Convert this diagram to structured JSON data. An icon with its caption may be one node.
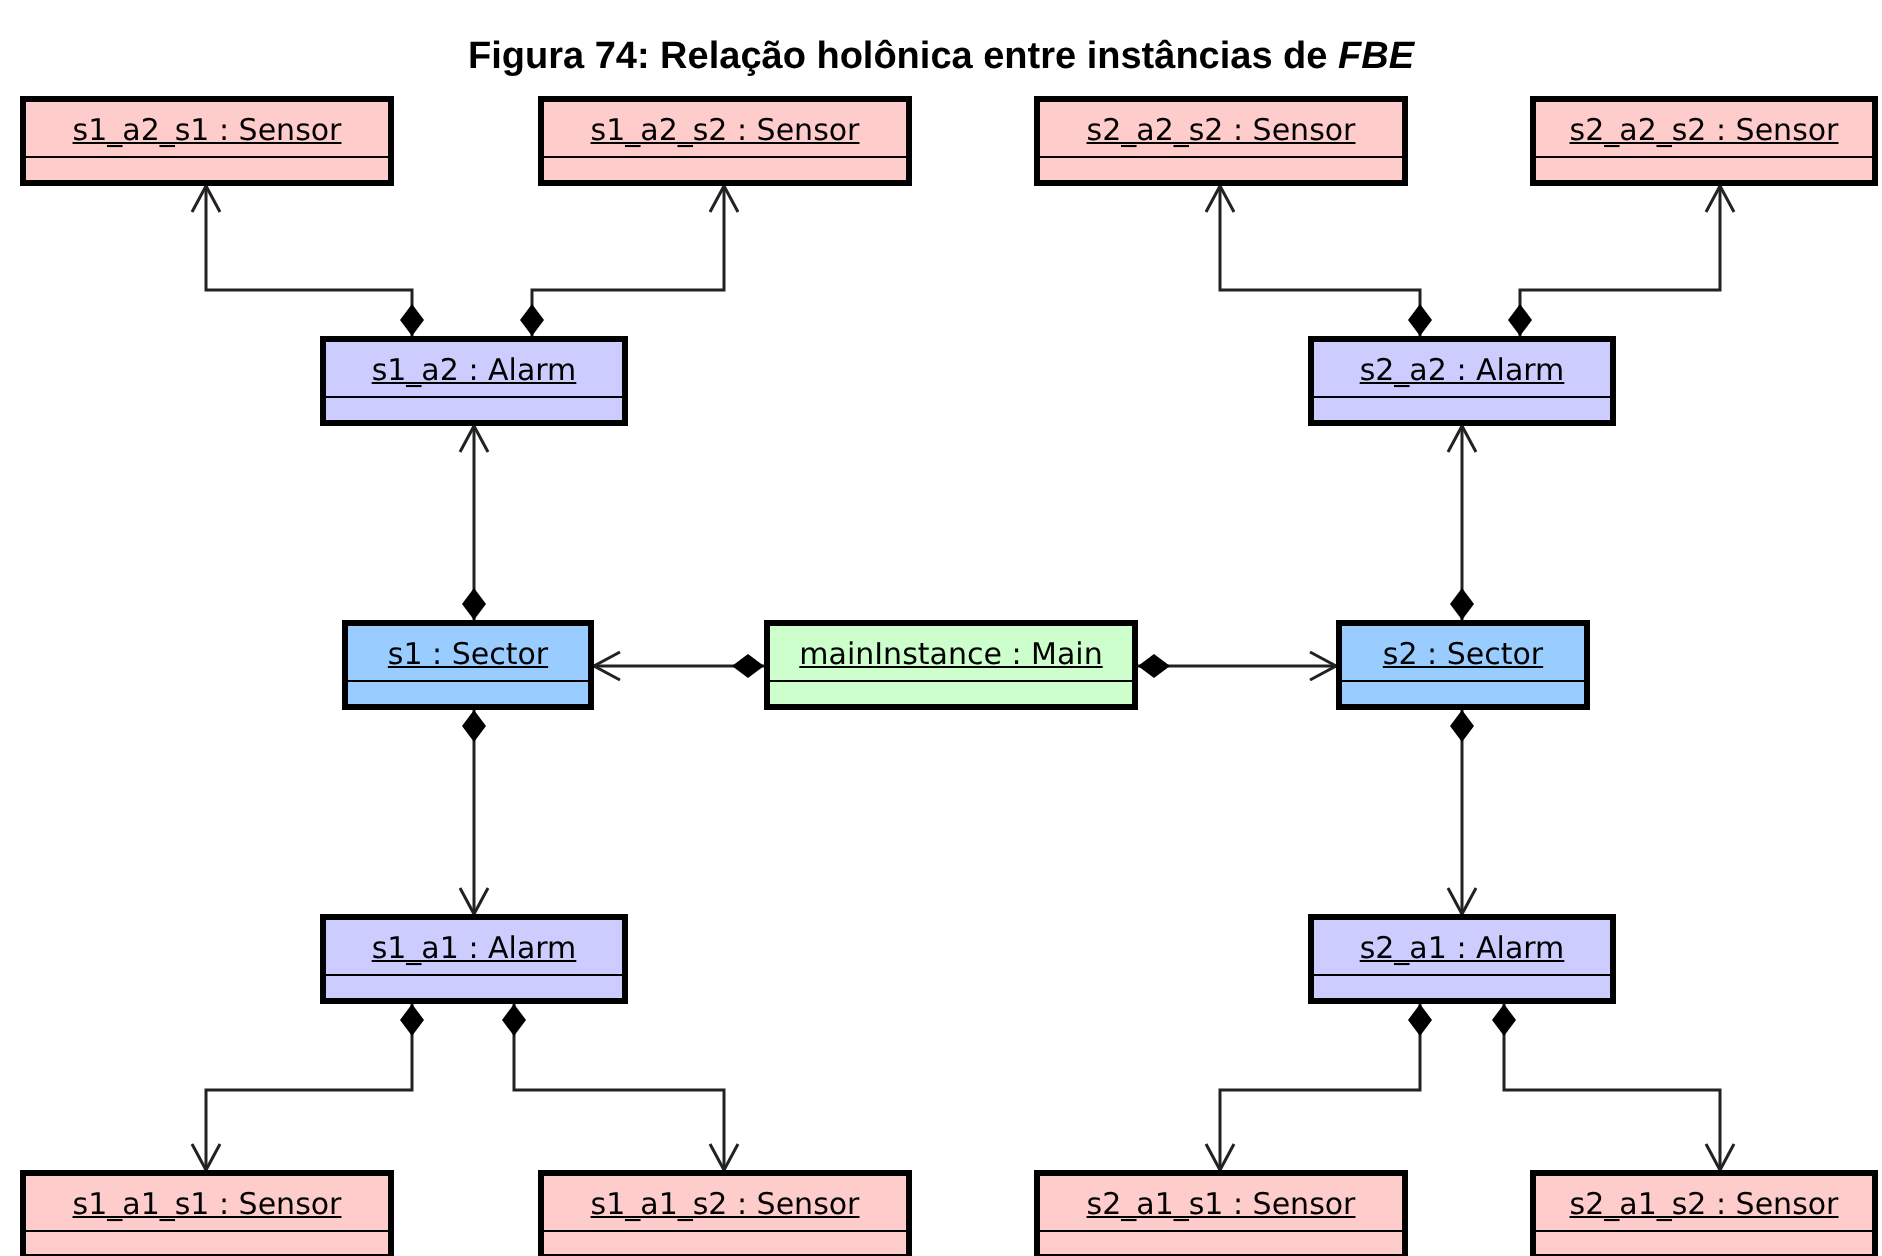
{
  "diagram": {
    "title": "Figura 74: Relação holônica entre instâncias de *FBE*",
    "nodes": [
      {
        "text": [
          "s1_a2_s1 : Sensor"
        ]
      },
      {
        "text": [
          "s1_a2_s2 : Sensor"
        ]
      },
      {
        "text": [
          "s2_a2_s2 : Sensor"
        ]
      },
      {
        "text": [
          "s2_a2_s2 : Sensor"
        ]
      },
      {
        "text": [
          "s1_a2 : Alarm"
        ]
      },
      {
        "text": [
          "s2_a2 : Alarm"
        ]
      },
      {
        "text": [
          "s1 : Sector"
        ]
      },
      {
        "text": [
          "mainInstance : Main"
        ]
      },
      {
        "text": [
          "s2 : Sector"
        ]
      },
      {
        "text": [
          "s1_a1 : Alarm"
        ]
      },
      {
        "text": [
          "s2_a1 : Alarm"
        ]
      },
      {
        "text": [
          "s1_a1_s1 : Sensor"
        ]
      },
      {
        "text": [
          "s1_a1_s2 : Sensor"
        ]
      },
      {
        "text": [
          "s2_a1_s1 : Sensor"
        ]
      },
      {
        "text": [
          "s2_a1_s2 : Sensor"
        ]
      }
    ],
    "edges": [
      {
        "from": 4,
        "to": 0,
        "arrow": "to"
      },
      {
        "from": 4,
        "to": 1,
        "arrow": "to"
      },
      {
        "from": 5,
        "to": 2,
        "arrow": "to"
      },
      {
        "from": 5,
        "to": 3,
        "arrow": "to"
      },
      {
        "from": 6,
        "to": 4,
        "arrow": "to"
      },
      {
        "from": 8,
        "to": 5,
        "arrow": "to"
      },
      {
        "from": 7,
        "to": 6,
        "arrow": "to"
      },
      {
        "from": 7,
        "to": 8,
        "arrow": "to"
      },
      {
        "from": 6,
        "to": 9,
        "arrow": "to"
      },
      {
        "from": 8,
        "to": 10,
        "arrow": "to"
      },
      {
        "from": 9,
        "to": 11,
        "arrow": "to"
      },
      {
        "from": 9,
        "to": 12,
        "arrow": "to"
      },
      {
        "from": 10,
        "to": 13,
        "arrow": "to"
      },
      {
        "from": 10,
        "to": 14,
        "arrow": "to"
      }
    ]
  }
}
